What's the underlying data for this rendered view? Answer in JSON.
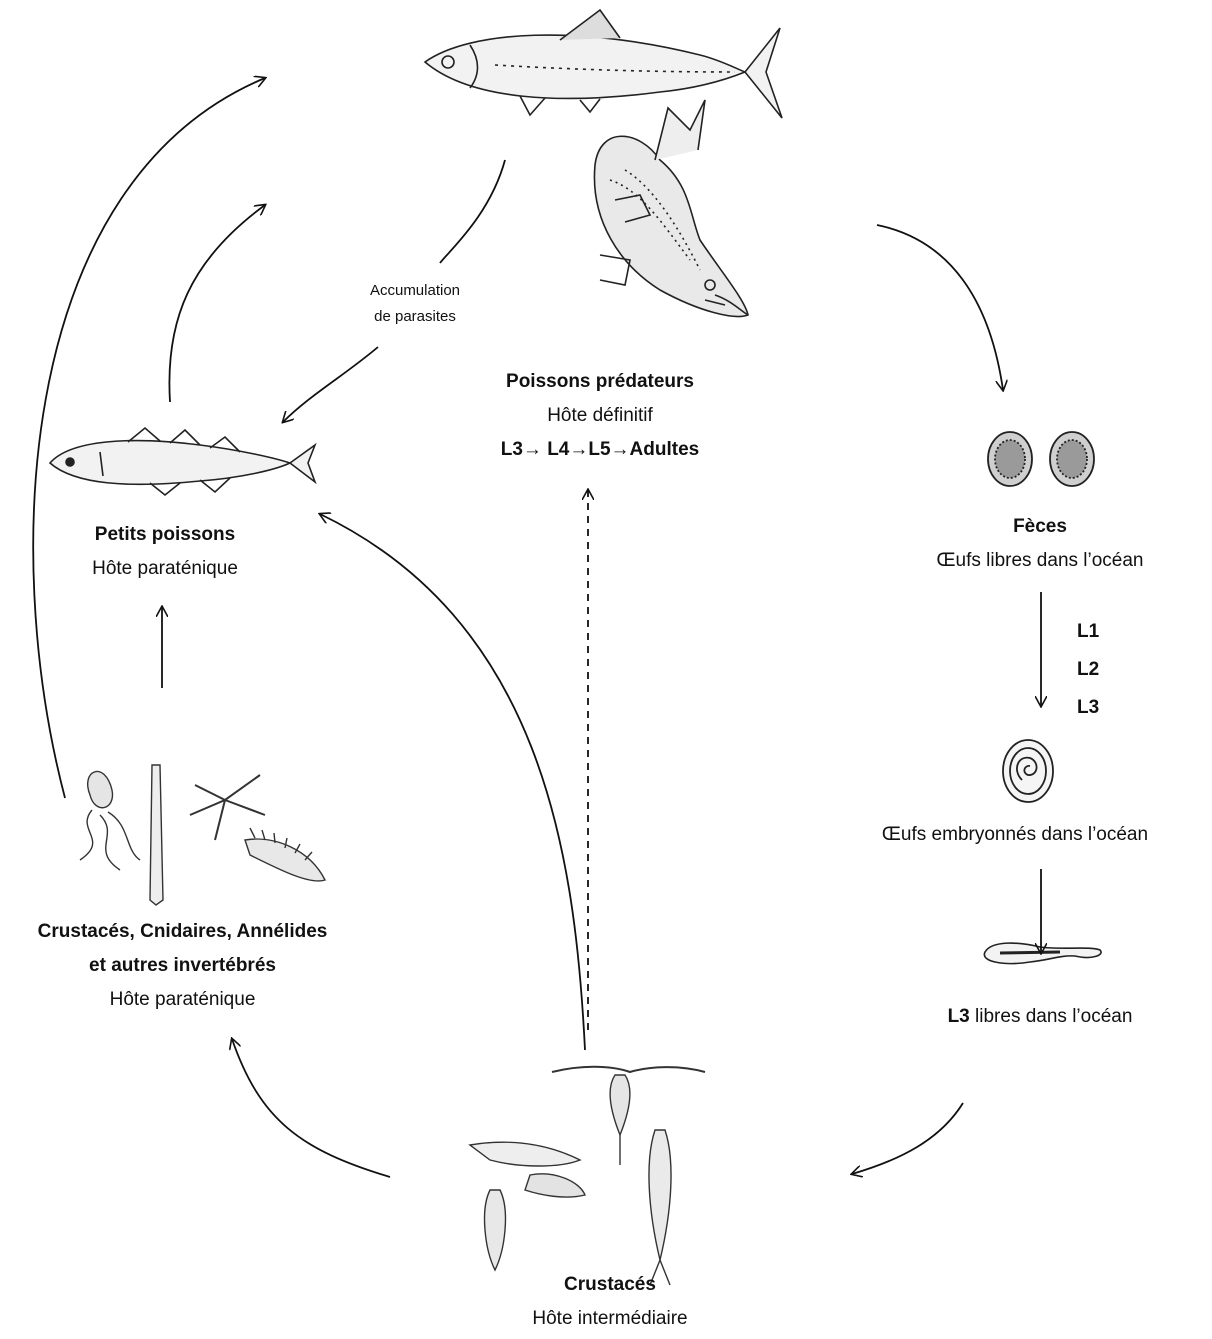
{
  "predators": {
    "title": "Poissons prédateurs",
    "role": "Hôte définitif",
    "stages": "L3→ L4→L5→Adultes"
  },
  "accumulation": {
    "line1": "Accumulation",
    "line2": "de parasites"
  },
  "small_fish": {
    "title": "Petits poissons",
    "role": "Hôte paraténique"
  },
  "invertebrates": {
    "title_line1": "Crustacés, Cnidaires, Annélides",
    "title_line2": "et autres invertébrés",
    "role": "Hôte paraténique"
  },
  "feces": {
    "title": "Fèces",
    "desc": "Œufs libres dans l’océan"
  },
  "larval_stages": [
    "L1",
    "L2",
    "L3"
  ],
  "embryonated": {
    "desc": "Œufs embryonnés dans l’océan"
  },
  "l3_free": {
    "bold": "L3",
    "desc": " libres dans l’océan"
  },
  "crustaceans": {
    "title": "Crustacés",
    "role": "Hôte intermédiaire"
  }
}
